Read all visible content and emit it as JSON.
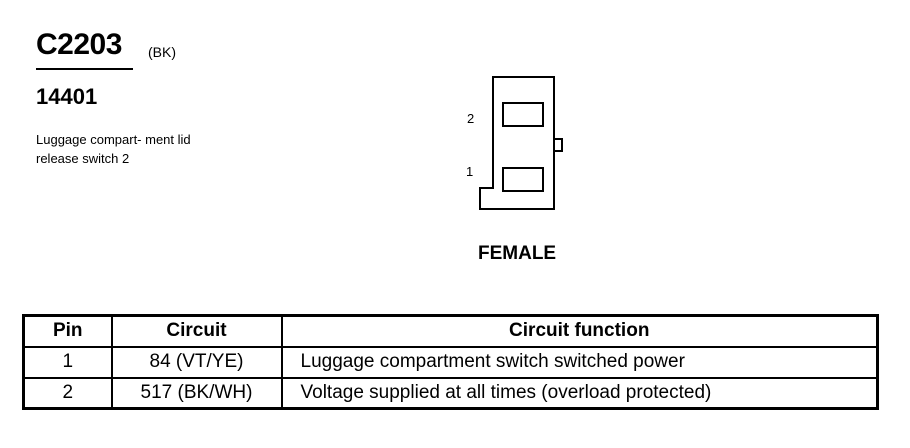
{
  "connector": {
    "id": "C2203",
    "color": "(BK)",
    "part_number": "14401",
    "description": "Luggage compart- ment lid release switch 2"
  },
  "connector_view": {
    "label": "FEMALE",
    "pin_labels": [
      "2",
      "1"
    ]
  },
  "pin_table": {
    "headers": [
      "Pin",
      "Circuit",
      "Circuit function"
    ],
    "rows": [
      [
        "1",
        "84 (VT/YE)",
        "Luggage compartment switch switched power"
      ],
      [
        "2",
        "517 (BK/WH)",
        "Voltage supplied at all times (overload protected)"
      ]
    ]
  }
}
